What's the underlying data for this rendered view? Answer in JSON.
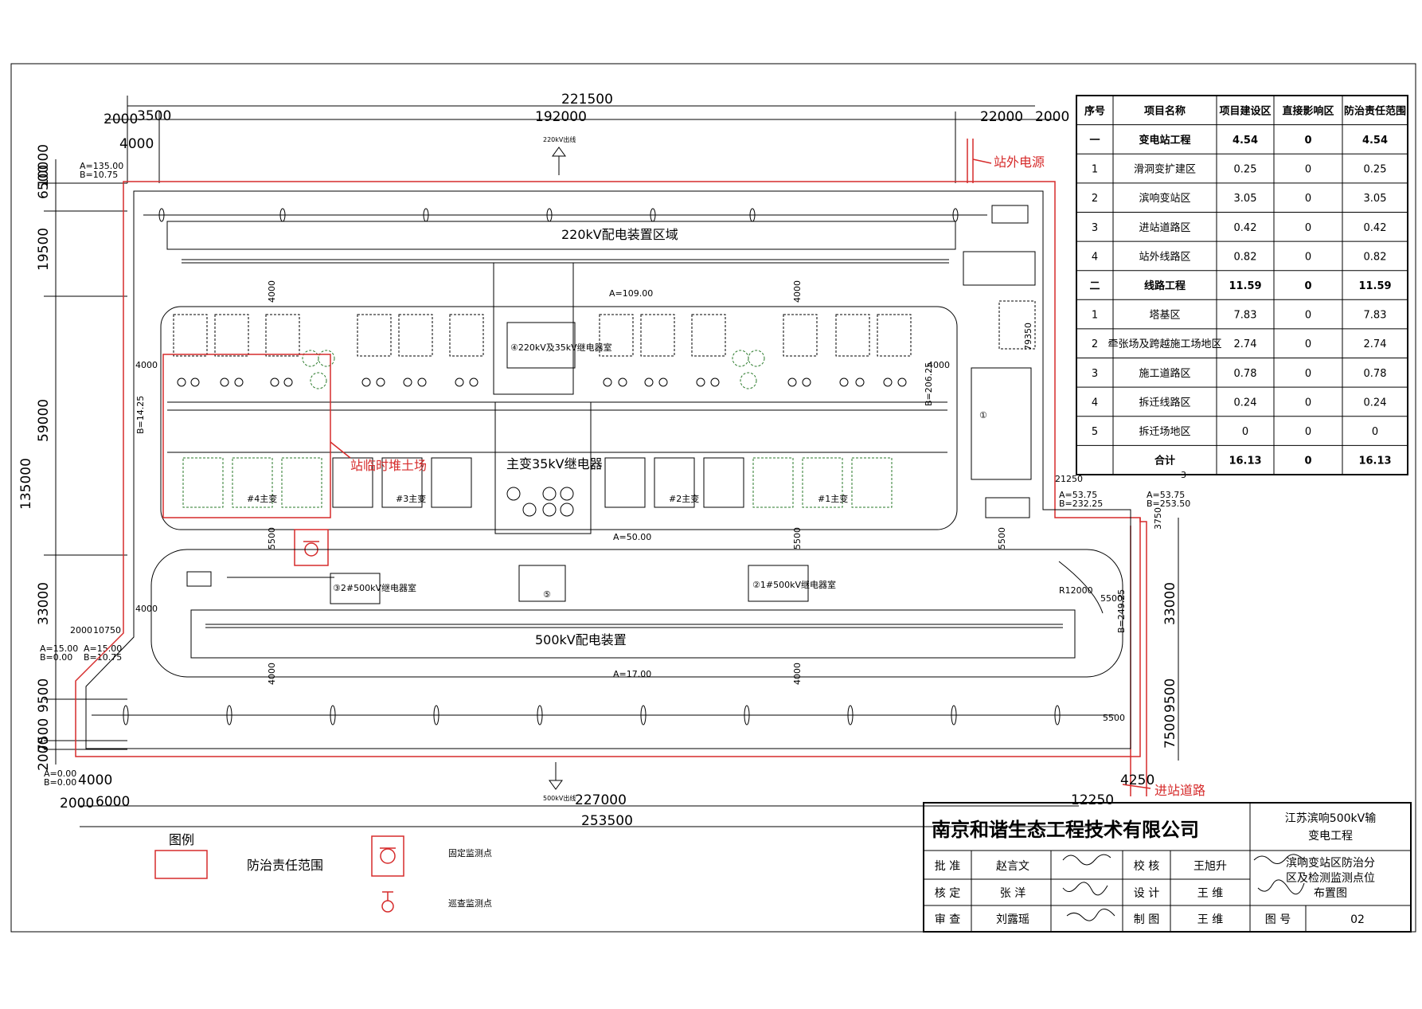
{
  "company": "南京和谐生态工程技术有限公司",
  "project": [
    "江苏滨响500kV输",
    "变电工程"
  ],
  "drawing_title": [
    "滨响变站区防治分",
    "区及检测监测点位",
    "布置图"
  ],
  "drawing_no_label": "图 号",
  "drawing_no": "02",
  "signoff": [
    {
      "role": "批 准",
      "name": "赵言文",
      "role2": "校 核",
      "name2": "王旭升"
    },
    {
      "role": "核 定",
      "name": "张 洋",
      "role2": "设 计",
      "name2": "王 维"
    },
    {
      "role": "审 查",
      "name": "刘露瑶",
      "role2": "制 图",
      "name2": "王 维"
    }
  ],
  "legend": {
    "title": "图例",
    "boundary": "防治责任范围",
    "fixed_point": "固定监测点",
    "patrol_point": "巡查监测点"
  },
  "table": {
    "headers": [
      "序号",
      "项目名称",
      "项目建设区",
      "直接影响区",
      "防治责任范围"
    ],
    "rows": [
      [
        "一",
        "变电站工程",
        "4.54",
        "0",
        "4.54"
      ],
      [
        "1",
        "滑洞变扩建区",
        "0.25",
        "0",
        "0.25"
      ],
      [
        "2",
        "滨响变站区",
        "3.05",
        "0",
        "3.05"
      ],
      [
        "3",
        "进站道路区",
        "0.42",
        "0",
        "0.42"
      ],
      [
        "4",
        "站外线路区",
        "0.82",
        "0",
        "0.82"
      ],
      [
        "二",
        "线路工程",
        "11.59",
        "0",
        "11.59"
      ],
      [
        "1",
        "塔基区",
        "7.83",
        "0",
        "7.83"
      ],
      [
        "2",
        "牵张场及跨越施工场地区",
        "2.74",
        "0",
        "2.74"
      ],
      [
        "3",
        "施工道路区",
        "0.78",
        "0",
        "0.78"
      ],
      [
        "4",
        "拆迁线路区",
        "0.24",
        "0",
        "0.24"
      ],
      [
        "5",
        "拆迁场地区",
        "0",
        "0",
        "0"
      ],
      [
        "",
        "合计",
        "16.13",
        "0",
        "16.13"
      ]
    ]
  },
  "labels": {
    "area_220": "220kV配电装置区域",
    "area_500": "500kV配电装置",
    "out_220": "220kV出线",
    "out_500": "500kV出线",
    "ext_power": "站外电源",
    "access_road": "进站道路",
    "temp_soil": "站临时堆土场",
    "bldg_220_35": "④220kV及35kV继电器室",
    "main_35": "主变35kV继电器",
    "bldg_500_2": "③2#500kV继电器室",
    "bldg_500_1": "②1#500kV继电器室",
    "bldg_5": "⑤",
    "bldg_1": "①",
    "tr4": "#4主变",
    "tr3": "#3主变",
    "tr2": "#2主变",
    "tr1": "#1主变",
    "r12000": "R12000"
  },
  "dims": {
    "top_total": "221500",
    "top_mid": "192000",
    "top_l1": "2000",
    "top_l2": "3500",
    "top_l3": "4000",
    "top_r1": "22000",
    "top_r2": "2000",
    "bot_227": "227000",
    "bot_253": "253500",
    "bot_2000": "2000",
    "bot_6000": "6000",
    "bot_4000": "4000",
    "bot_10750": "10750",
    "bot_4250": "4250",
    "bot_12250": "12250",
    "r_21250": "21250",
    "r_79350": "79350",
    "r_3750": "3750",
    "r_33000": "33000",
    "r_9500": "9500",
    "r_7500": "7500",
    "l_135000": "135000",
    "l_6500": "6500",
    "l_19500": "19500",
    "l_59000": "59000",
    "l_33000": "33000",
    "l_9500": "9500",
    "l_7500": "7500",
    "l_2000": "2000",
    "l_10000": "10000",
    "a109": "A=109.00",
    "a50": "A=50.00",
    "a17": "A=17.00",
    "b206": "B=206.25",
    "b14": "B=14.25",
    "b249": "B=249.25",
    "d4000": "4000",
    "d5500": "5500",
    "a135": "A=135.00",
    "b1075": "B=10.75",
    "a15": "A=15.00",
    "b000": "B=0.00",
    "a000": "A=0.00",
    "a5375": "A=53.75",
    "b23225": "B=232.25",
    "b25350": "B=253.50",
    "n3": "3"
  }
}
